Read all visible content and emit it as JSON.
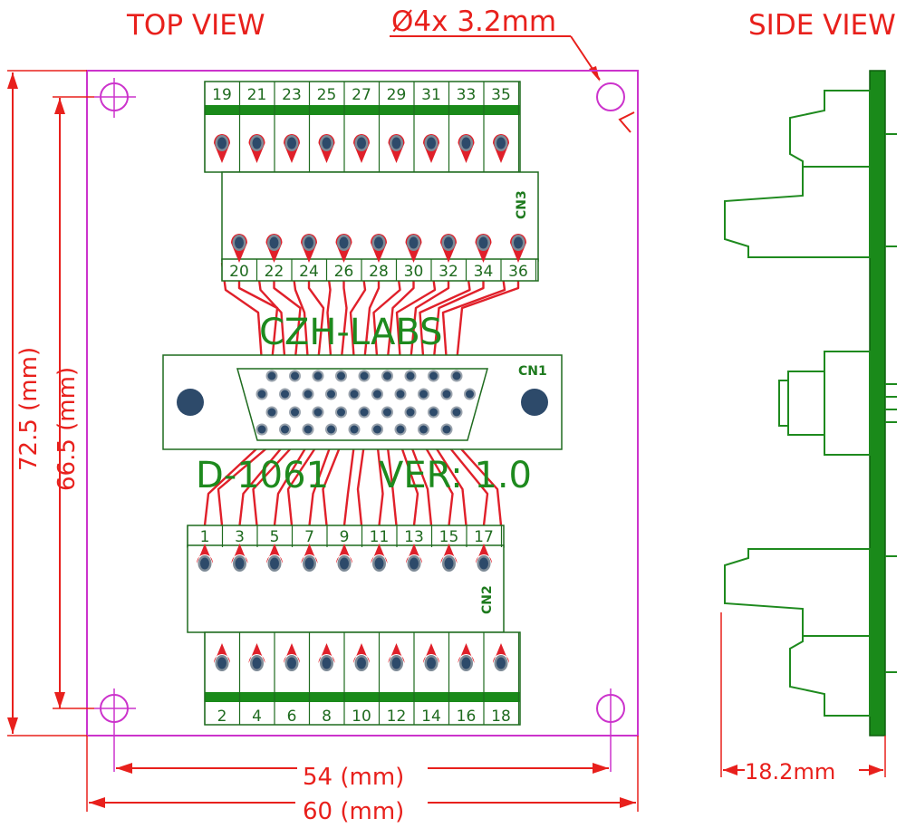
{
  "titles": {
    "top_view": "TOP VIEW",
    "side_view": "SIDE VIEW",
    "holes": "Ø4x 3.2mm"
  },
  "dimensions": {
    "height_outer": "72.5 (mm)",
    "height_inner": "66.5 (mm)",
    "width_inner": "54 (mm)",
    "width_outer": "60 (mm)",
    "side_depth": "18.2mm"
  },
  "board": {
    "brand": "CZH-LABS",
    "model": "D-1061",
    "version": "VER: 1.0",
    "connectors": {
      "cn1": "CN1",
      "cn2": "CN2",
      "cn3": "CN3"
    }
  },
  "pins": {
    "top_odd": [
      "19",
      "21",
      "23",
      "25",
      "27",
      "29",
      "31",
      "33",
      "35"
    ],
    "top_even": [
      "20",
      "22",
      "24",
      "26",
      "28",
      "30",
      "32",
      "34",
      "36"
    ],
    "bottom_odd": [
      "1",
      "3",
      "5",
      "7",
      "9",
      "11",
      "13",
      "15",
      "17"
    ],
    "bottom_even": [
      "2",
      "4",
      "6",
      "8",
      "10",
      "12",
      "14",
      "16",
      "18"
    ]
  },
  "colors": {
    "outline": "#cc33cc",
    "dimension": "#e8201c",
    "trace": "#e0202a",
    "silk": "#1e8a1e",
    "pad": "#2d4a6a",
    "board_green": "#1a8a1a"
  }
}
